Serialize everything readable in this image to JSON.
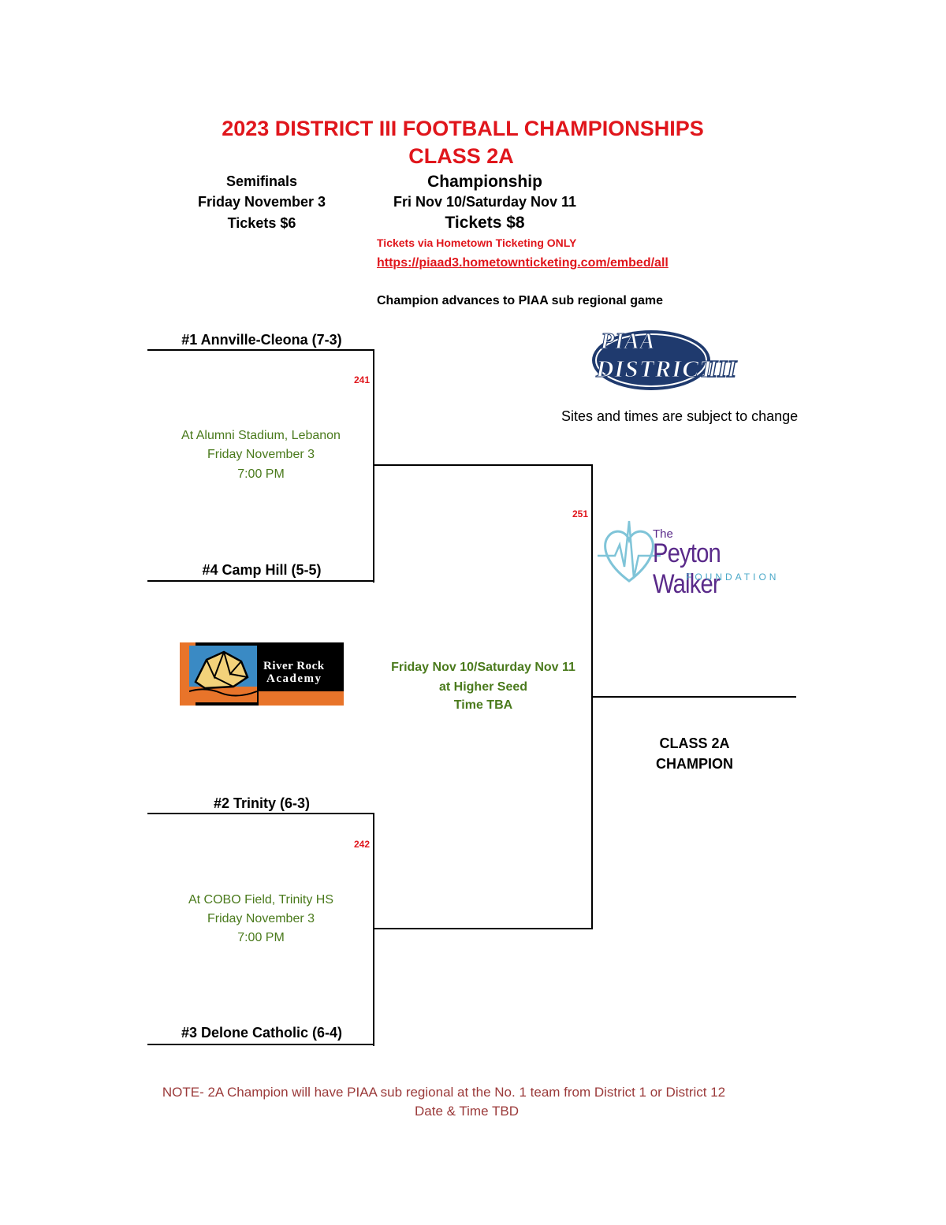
{
  "header": {
    "title": "2023 DISTRICT III FOOTBALL CHAMPIONSHIPS",
    "class": "CLASS 2A"
  },
  "semifinals": {
    "heading": "Semifinals",
    "date": "Friday November 3",
    "tickets": "Tickets $6"
  },
  "championship": {
    "heading": "Championship",
    "date": "Fri Nov 10/Saturday Nov 11",
    "tickets": "Tickets $8",
    "ticket_note": "Tickets via Hometown Ticketing ONLY",
    "ticket_url": "https://piaad3.hometownticketing.com/embed/all",
    "advance_note": "Champion advances to PIAA sub regional game"
  },
  "sites_note": "Sites and times are subject to change",
  "bracket": {
    "game1": {
      "number": "241",
      "team_top": "#1 Annville-Cleona (7-3)",
      "team_bottom": "#4 Camp Hill (5-5)",
      "venue": "At Alumni Stadium, Lebanon",
      "date": "Friday November 3",
      "time": "7:00 PM"
    },
    "game2": {
      "number": "242",
      "team_top": "#2 Trinity (6-3)",
      "team_bottom": "#3 Delone Catholic (6-4)",
      "venue": "At COBO Field, Trinity HS",
      "date": "Friday November 3",
      "time": "7:00 PM"
    },
    "final": {
      "number": "251",
      "date": "Friday Nov 10/Saturday Nov 11",
      "location": "at Higher Seed",
      "time": "Time TBA"
    },
    "champion_label_1": "CLASS 2A",
    "champion_label_2": "CHAMPION"
  },
  "logos": {
    "piaa_line1": "PIAA",
    "piaa_line2": "DISTRICT",
    "piaa_numeral": "III",
    "peyton_the": "The",
    "peyton_name": "Peyton Walker",
    "peyton_sub": "FOUNDATION",
    "river_rock_1": "River Rock",
    "river_rock_2": "Academy"
  },
  "footer": {
    "note": "NOTE- 2A Champion will have PIAA sub regional at the No. 1 team from District 1 or District 12",
    "date": "Date & Time TBD"
  },
  "colors": {
    "title_red": "#e0161c",
    "venue_green": "#4a7a1c",
    "footer_maroon": "#9b3a3a",
    "piaa_navy": "#1f3a6e",
    "peyton_purple": "#5a2a8a",
    "river_rock_orange": "#e8742a"
  }
}
